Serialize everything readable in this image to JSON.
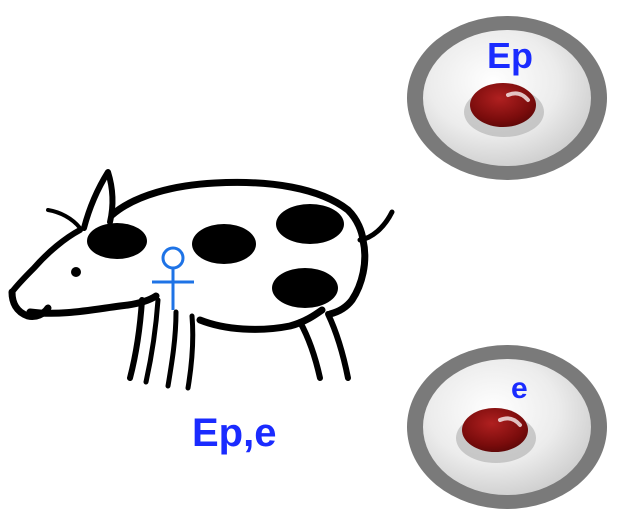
{
  "pig": {
    "genotype_label": "Ep,e",
    "sex_symbol": "female-symbol-icon"
  },
  "eggs": [
    {
      "allele_label": "Ep"
    },
    {
      "allele_label": "e"
    }
  ],
  "colors": {
    "label_text": "#1a2bff",
    "pig_outline": "#000000",
    "female_symbol": "#1e73e6",
    "egg_rim": "#7a7a7a",
    "egg_body": "#e6e6e6",
    "nucleus": "#8a1010"
  }
}
